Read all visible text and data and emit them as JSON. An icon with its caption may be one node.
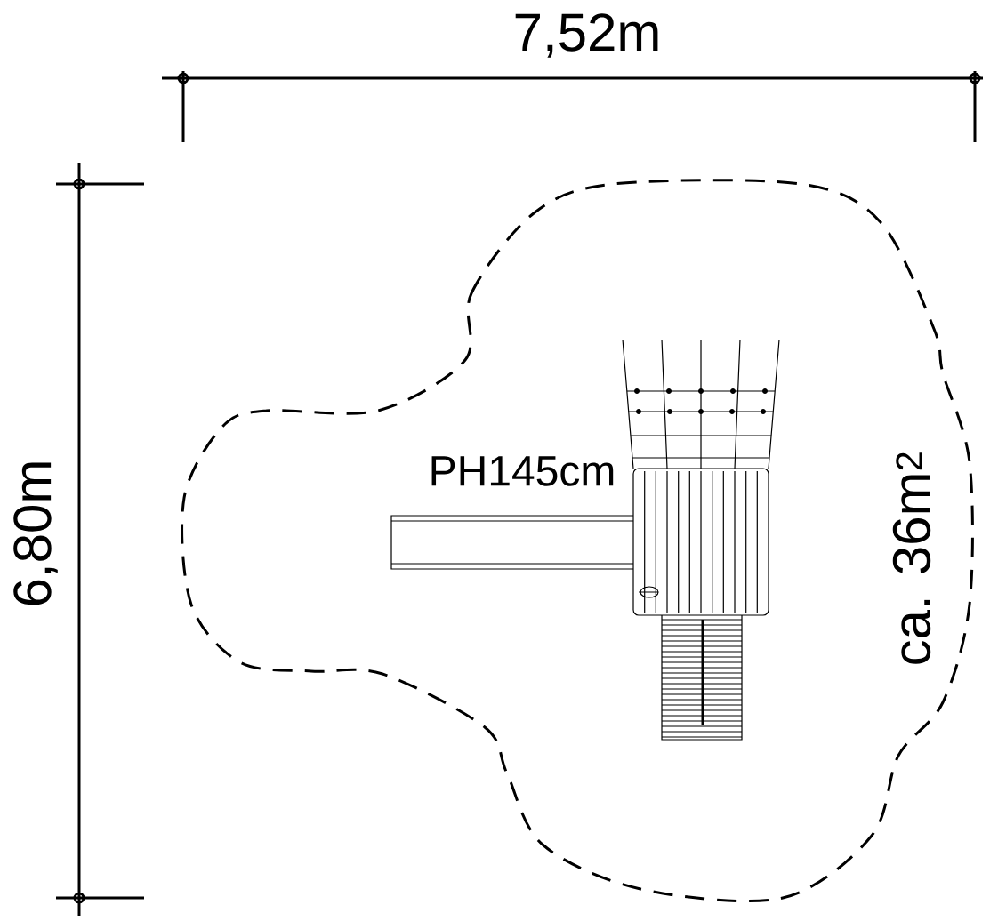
{
  "diagram": {
    "labels": [
      "7,52m",
      "6,80m",
      "PH145cm",
      "ca. 36m$^{2}$"
    ]
  }
}
